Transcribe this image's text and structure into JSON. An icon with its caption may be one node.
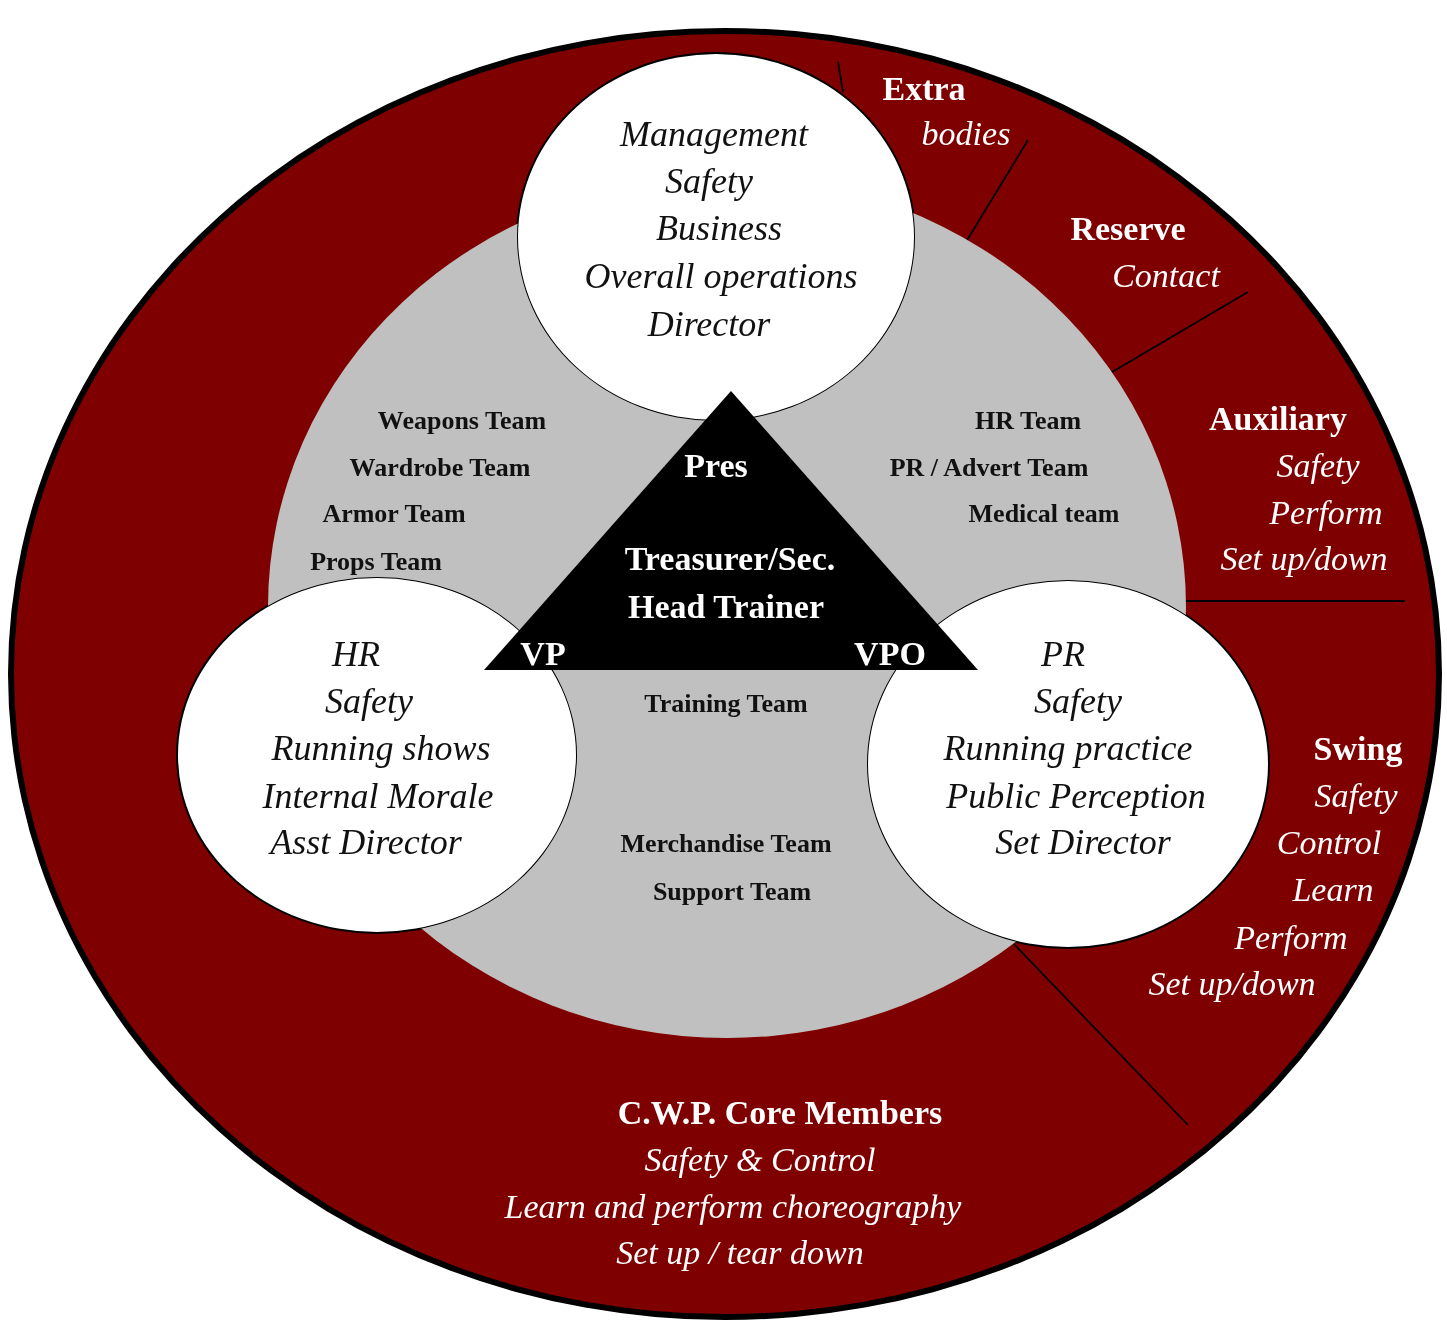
{
  "diagram": {
    "nodes": [
      {
        "text": [
          "C.W.P. Core Members",
          "Safety & Control",
          "Learn and perform choreography",
          "Set up / tear down"
        ]
      },
      {
        "text": [
          "Extra",
          "bodies"
        ],
        "in": 0
      },
      {
        "text": [
          "Reserve",
          "Contact"
        ],
        "in": 0
      },
      {
        "text": [
          "Auxiliary",
          "Safety",
          "Perform",
          "Set up/down"
        ],
        "in": 0
      },
      {
        "text": [
          "Swing",
          "Safety",
          "Control",
          "Learn",
          "Perform",
          "Set up/down"
        ],
        "in": 0
      },
      {
        "text": [
          "Weapons Team",
          "HR Team",
          "Wardrobe Team",
          "PR / Advert Team",
          "Armor Team",
          "Medical team",
          "Props Team",
          "Training Team",
          "Merchandise Team",
          "Support Team"
        ],
        "in": 0
      },
      {
        "text": [
          "Management",
          "Safety",
          "Business",
          "Overall operations",
          "Director"
        ],
        "in": 0
      },
      {
        "text": [
          "HR",
          "Safety",
          "Running shows",
          "Internal Morale",
          "Asst Director"
        ],
        "in": 0
      },
      {
        "text": [
          "PR",
          "Safety",
          "Running practice",
          "Public Perception",
          "Set Director"
        ],
        "in": 0
      },
      {
        "text": [
          "Pres",
          "Treasurer/Sec.",
          "Head Trainer",
          "VP",
          "VPO"
        ],
        "in": 5
      }
    ]
  }
}
